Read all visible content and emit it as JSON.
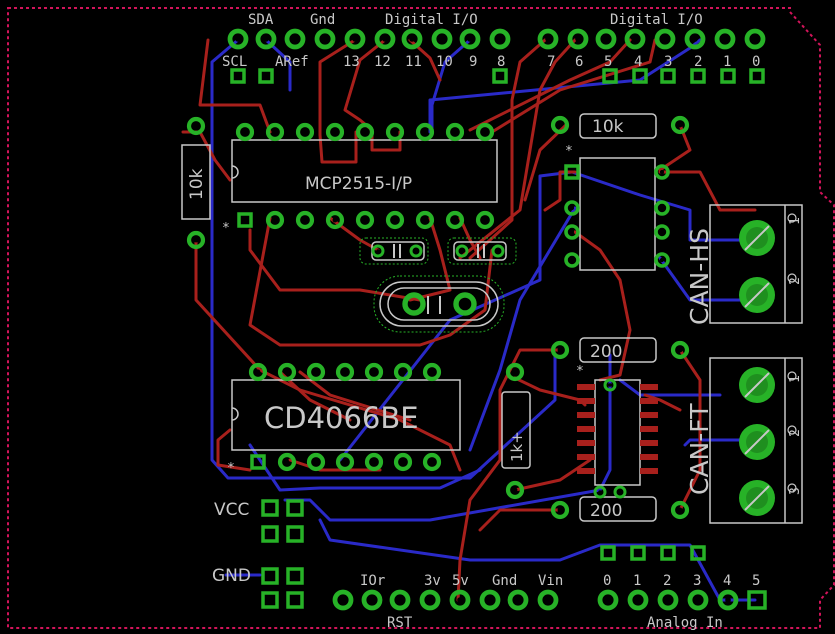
{
  "colors": {
    "background": "#000000",
    "outline": "#d2145a",
    "top_trace": "#a8201c",
    "bottom_trace": "#2a2ac8",
    "pad": "#27b227",
    "silkscreen": "#c8c8c8"
  },
  "labels": {
    "sda": "SDA",
    "gnd_top": "Gnd",
    "digital_io_left": "Digital I/O",
    "digital_io_right": "Digital I/O",
    "scl": "SCL",
    "aref": "ARef",
    "pin13": "13",
    "pin12": "12",
    "pin11": "11",
    "pin10": "10",
    "pin9": "9",
    "pin8": "8",
    "pin7": "7",
    "pin6": "6",
    "pin5": "5",
    "pin4": "4",
    "pin3": "3",
    "pin2": "2",
    "pin1": "1",
    "pin0": "0",
    "mcp": "MCP2515-I/P",
    "cd4066": "CD4066BE",
    "r_10k_top": "10k",
    "r_10k_left": "10k",
    "r_200_a": "200",
    "r_200_b": "200",
    "r_1k": "1k+",
    "can_hs": "CAN-HS",
    "can_ft": "CAN-FT",
    "term_hs_1": "1",
    "term_hs_2": "2",
    "term_ft_1": "1",
    "term_ft_2": "2",
    "term_ft_3": "3",
    "vcc": "VCC",
    "gnd_left": "GND",
    "ioref": "IOr",
    "rst": "RST",
    "v3": "3v",
    "v5": "5v",
    "gnd_bottom": "Gnd",
    "vin": "Vin",
    "a0": "0",
    "a1": "1",
    "a2": "2",
    "a3": "3",
    "a4": "4",
    "a5": "5",
    "analog_in": "Analog In",
    "star1": "*",
    "star2": "*",
    "star3": "*",
    "star4": "*"
  }
}
